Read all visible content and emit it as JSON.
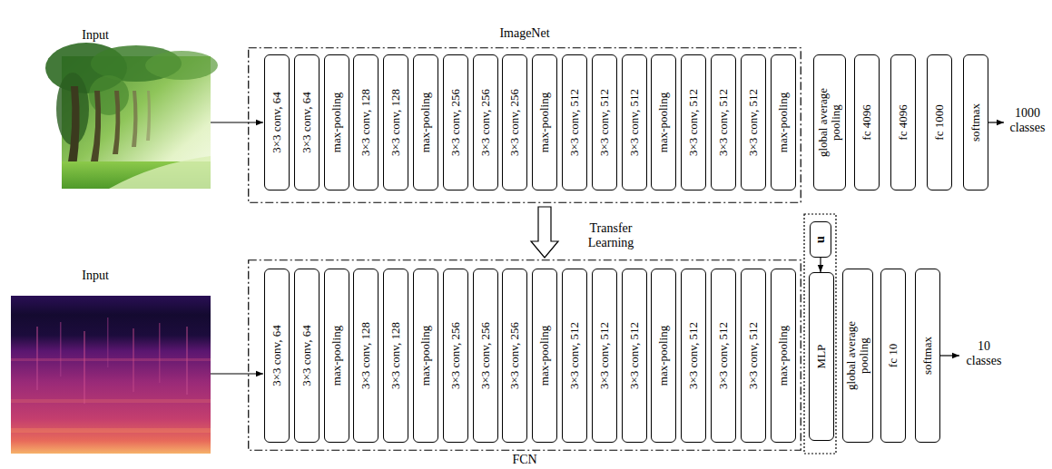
{
  "diagram": {
    "nodes": [
      {
        "text": [
          "ImageNet"
        ]
      },
      {
        "text": [
          "3×3 conv, 64"
        ],
        "in": 0
      },
      {
        "text": [
          "3×3 conv, 64"
        ],
        "in": 0
      },
      {
        "text": [
          "max-pooling"
        ],
        "in": 0
      },
      {
        "text": [
          "3×3 conv, 128"
        ],
        "in": 0
      },
      {
        "text": [
          "3×3 conv, 128"
        ],
        "in": 0
      },
      {
        "text": [
          "max-pooling"
        ],
        "in": 0
      },
      {
        "text": [
          "3×3 conv, 256"
        ],
        "in": 0
      },
      {
        "text": [
          "3×3 conv, 256"
        ],
        "in": 0
      },
      {
        "text": [
          "3×3 conv, 256"
        ],
        "in": 0
      },
      {
        "text": [
          "max-pooling"
        ],
        "in": 0
      },
      {
        "text": [
          "3×3 conv, 512"
        ],
        "in": 0
      },
      {
        "text": [
          "3×3 conv, 512"
        ],
        "in": 0
      },
      {
        "text": [
          "3×3 conv, 512"
        ],
        "in": 0
      },
      {
        "text": [
          "max-pooling"
        ],
        "in": 0
      },
      {
        "text": [
          "3×3 conv, 512"
        ],
        "in": 0
      },
      {
        "text": [
          "3×3 conv, 512"
        ],
        "in": 0
      },
      {
        "text": [
          "3×3 conv, 512"
        ],
        "in": 0
      },
      {
        "text": [
          "max-pooling"
        ],
        "in": 0
      },
      {
        "text": [
          "global average pooling"
        ]
      },
      {
        "text": [
          "fc 4096"
        ]
      },
      {
        "text": [
          "fc 4096"
        ]
      },
      {
        "text": [
          "fc 1000"
        ]
      },
      {
        "text": [
          "softmax"
        ]
      },
      {
        "text": [
          "FCN"
        ]
      },
      {
        "text": [
          "3×3 conv, 64"
        ],
        "in": 24
      },
      {
        "text": [
          "3×3 conv, 64"
        ],
        "in": 24
      },
      {
        "text": [
          "max-pooling"
        ],
        "in": 24
      },
      {
        "text": [
          "3×3 conv, 128"
        ],
        "in": 24
      },
      {
        "text": [
          "3×3 conv, 128"
        ],
        "in": 24
      },
      {
        "text": [
          "max-pooling"
        ],
        "in": 24
      },
      {
        "text": [
          "3×3 conv, 256"
        ],
        "in": 24
      },
      {
        "text": [
          "3×3 conv, 256"
        ],
        "in": 24
      },
      {
        "text": [
          "3×3 conv, 256"
        ],
        "in": 24
      },
      {
        "text": [
          "max-pooling"
        ],
        "in": 24
      },
      {
        "text": [
          "3×3 conv, 512"
        ],
        "in": 24
      },
      {
        "text": [
          "3×3 conv, 512"
        ],
        "in": 24
      },
      {
        "text": [
          "3×3 conv, 512"
        ],
        "in": 24
      },
      {
        "text": [
          "max-pooling"
        ],
        "in": 24
      },
      {
        "text": [
          "3×3 conv, 512"
        ],
        "in": 24
      },
      {
        "text": [
          "3×3 conv, 512"
        ],
        "in": 24
      },
      {
        "text": [
          "3×3 conv, 512"
        ],
        "in": 24
      },
      {
        "text": [
          "max-pooling"
        ],
        "in": 24
      },
      {
        "text": [
          "u"
        ]
      },
      {
        "text": [
          "MLP"
        ]
      },
      {
        "text": [
          "global average pooling"
        ]
      },
      {
        "text": [
          "fc 10"
        ]
      },
      {
        "text": [
          "softmax"
        ]
      }
    ],
    "edges": [
      {
        "from": 0,
        "to": 24,
        "arrow": "to",
        "label": "Transfer Learning"
      },
      {
        "from": 43,
        "to": 44,
        "arrow": "to"
      }
    ],
    "labels": [
      "Input",
      "1000 classes",
      "Input",
      "10 classes"
    ]
  }
}
